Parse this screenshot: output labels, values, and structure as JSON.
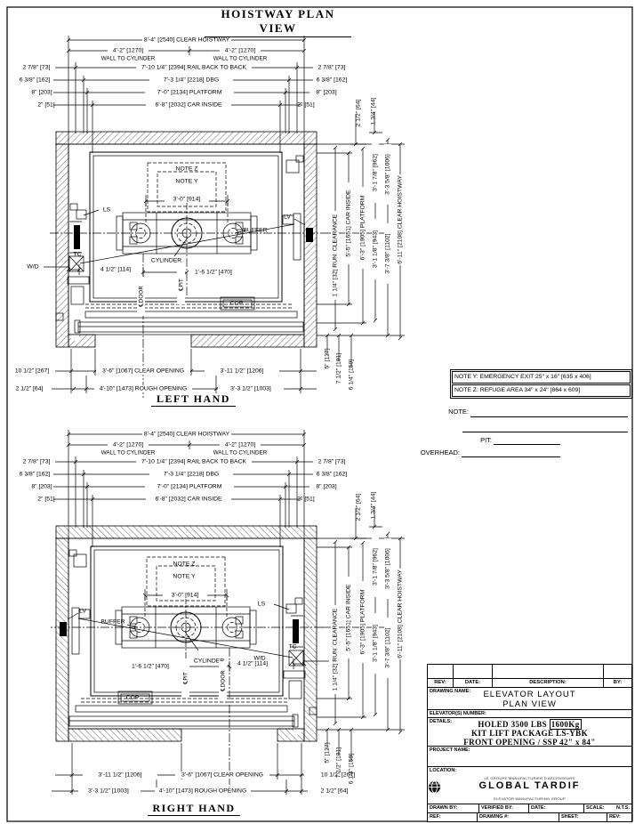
{
  "page": {
    "title": "HOISTWAY PLAN VIEW"
  },
  "views": {
    "left": "LEFT HAND",
    "right": "RIGHT HAND"
  },
  "dims": {
    "clear_hoistway_w": "8'-4\" [2540] CLEAR HOISTWAY",
    "wall_to_cyl": "4'-2\" [1270]",
    "wall_to_cyl_label": "WALL TO CYLINDER",
    "rail_btb": "7'-10 1/4\" [2394] RAIL BACK TO BACK",
    "rail_side": "2 7/8\" [73]",
    "dbg": "7'-3 1/4\" [2218] DBG",
    "dbg_side": "6 3/8\" [162]",
    "platform_w": "7'-0\" [2134] PLATFORM",
    "platform_side": "8\" [203]",
    "car_inside_w": "6'-8\" [2032] CAR INSIDE",
    "car_side": "2\" [51]",
    "run_clearance": "1 1/4\" [32] RUN. CLEARANCE",
    "car_inside_d": "5'-5\" [1651] CAR INSIDE",
    "platform_d": "6'-3\" [1905] PLATFORM",
    "d943": "3'-1 1/8\" [943]",
    "d962": "3'-1 7/8\" [962]",
    "d1006": "3'-3 5/8\" [1006]",
    "d1102": "3'-7 3/8\" [1102]",
    "clear_hoistway_d": "6'-11\" [2108] CLEAR HOISTWAY",
    "corner_64": "2 1/2\" [64]",
    "corner_44": "1 3/4\" [44]",
    "b127": "5\" [127]",
    "b191": "7 1/2\" [191]",
    "b159": "6 1/4\" [159]",
    "off267": "10 1/2\" [267]",
    "off64": "2 1/2\" [64]",
    "clear_opening": "3'-6\" [1067] CLEAR OPENING",
    "rough_opening": "4'-10\" [1473] ROUGH OPENING",
    "d1206": "3'-11 1/2\" [1206]",
    "d1003": "3'-3 1/2\" [1003]",
    "d914": "3'-0\" [914]",
    "d114": "4 1/2\" [114]",
    "d470": "1'-6 1/2\" [470]"
  },
  "labels": {
    "note_z": "NOTE Z",
    "note_y": "NOTE Y",
    "ls": "LS",
    "lv": "LV",
    "tc": "TC",
    "wd": "W/D",
    "buffer": "BUFFER",
    "cylinder": "CYLINDER",
    "cop": "COP",
    "cl_pit": "℄PIT",
    "cl_door": "℄DOOR"
  },
  "notes": {
    "note_y": "NOTE Y: EMERGENCY EXIT 25\" x 16\" [635 x 406]",
    "note_z": "NOTE Z: REFUGE AREA 34\" x 24\" [864 x 609]"
  },
  "form": {
    "note": "NOTE:",
    "pit": "PIT:",
    "overhead": "OVERHEAD:"
  },
  "title_block": {
    "rev": "REV:",
    "date": "DATE:",
    "description": "DESCRIPTION:",
    "by": "BY:",
    "drawing_name_label": "DRAWING NAME:",
    "drawing_name_line1": "ELEVATOR LAYOUT",
    "drawing_name_line2": "PLAN VIEW",
    "elevator_number_label": "ELEVATOR(S) NUMBER:",
    "details_label": "DETAILS:",
    "details_line1a": "HOLED 3500 LBS",
    "details_line1b": "1600Kg",
    "details_line2": "KIT LIFT PACKAGE LS-YBK",
    "details_line3": "FRONT OPENING / SSP 42\" x 84\"",
    "project_label": "PROJECT NAME:",
    "location_label": "LOCATION:",
    "logo_top": "LE GROUPE MANUFACTURIER D'ASCENSEURS",
    "logo_name1": "GLOBAL",
    "logo_name2": "TARDIF",
    "logo_bottom": "ELEVATOR MANUFACTURING GROUP",
    "globe_icon": "globe-icon",
    "drawn_by": "DRAWN BY:",
    "verified_by": "VERIFIED BY:",
    "date2": "DATE:",
    "scale": "SCALE:",
    "scale_value": "N.T.S.",
    "ref": "REF:",
    "drawing_no": "DRAWING #:",
    "sheet": "SHEET:",
    "rev2": "REV:"
  }
}
